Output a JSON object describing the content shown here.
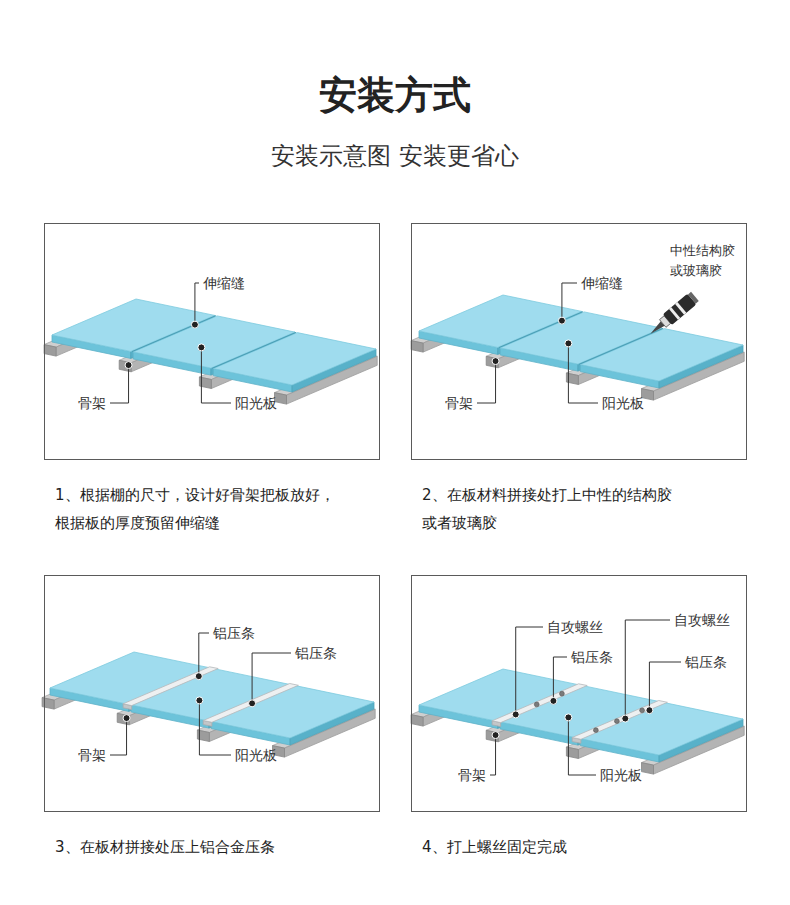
{
  "diagram": {
    "title": "安装方式",
    "nodes": [
      {
        "text": [
          "1、根据棚的尺寸，设计好骨架把板放好， 根据板的厚度预留伸缩缝"
        ]
      },
      {
        "text": [
          "2、在板材料拼接处打上中性的结构胶 或者玻璃胶"
        ]
      },
      {
        "text": [
          "3、在板材拼接处压上铝合金压条"
        ]
      },
      {
        "text": [
          "4、打上螺丝固定完成"
        ]
      }
    ],
    "labels": [
      "安装示意图 安装更省心",
      "伸缩缝",
      "骨架",
      "阳光板",
      "伸缩缝",
      "中性结构胶 或玻璃胶",
      "骨架",
      "阳光板",
      "铝压条",
      "铝压条",
      "骨架",
      "阳光板",
      "自攻螺丝",
      "自攻螺丝",
      "铝压条",
      "铝压条",
      "骨架",
      "阳光板"
    ]
  }
}
